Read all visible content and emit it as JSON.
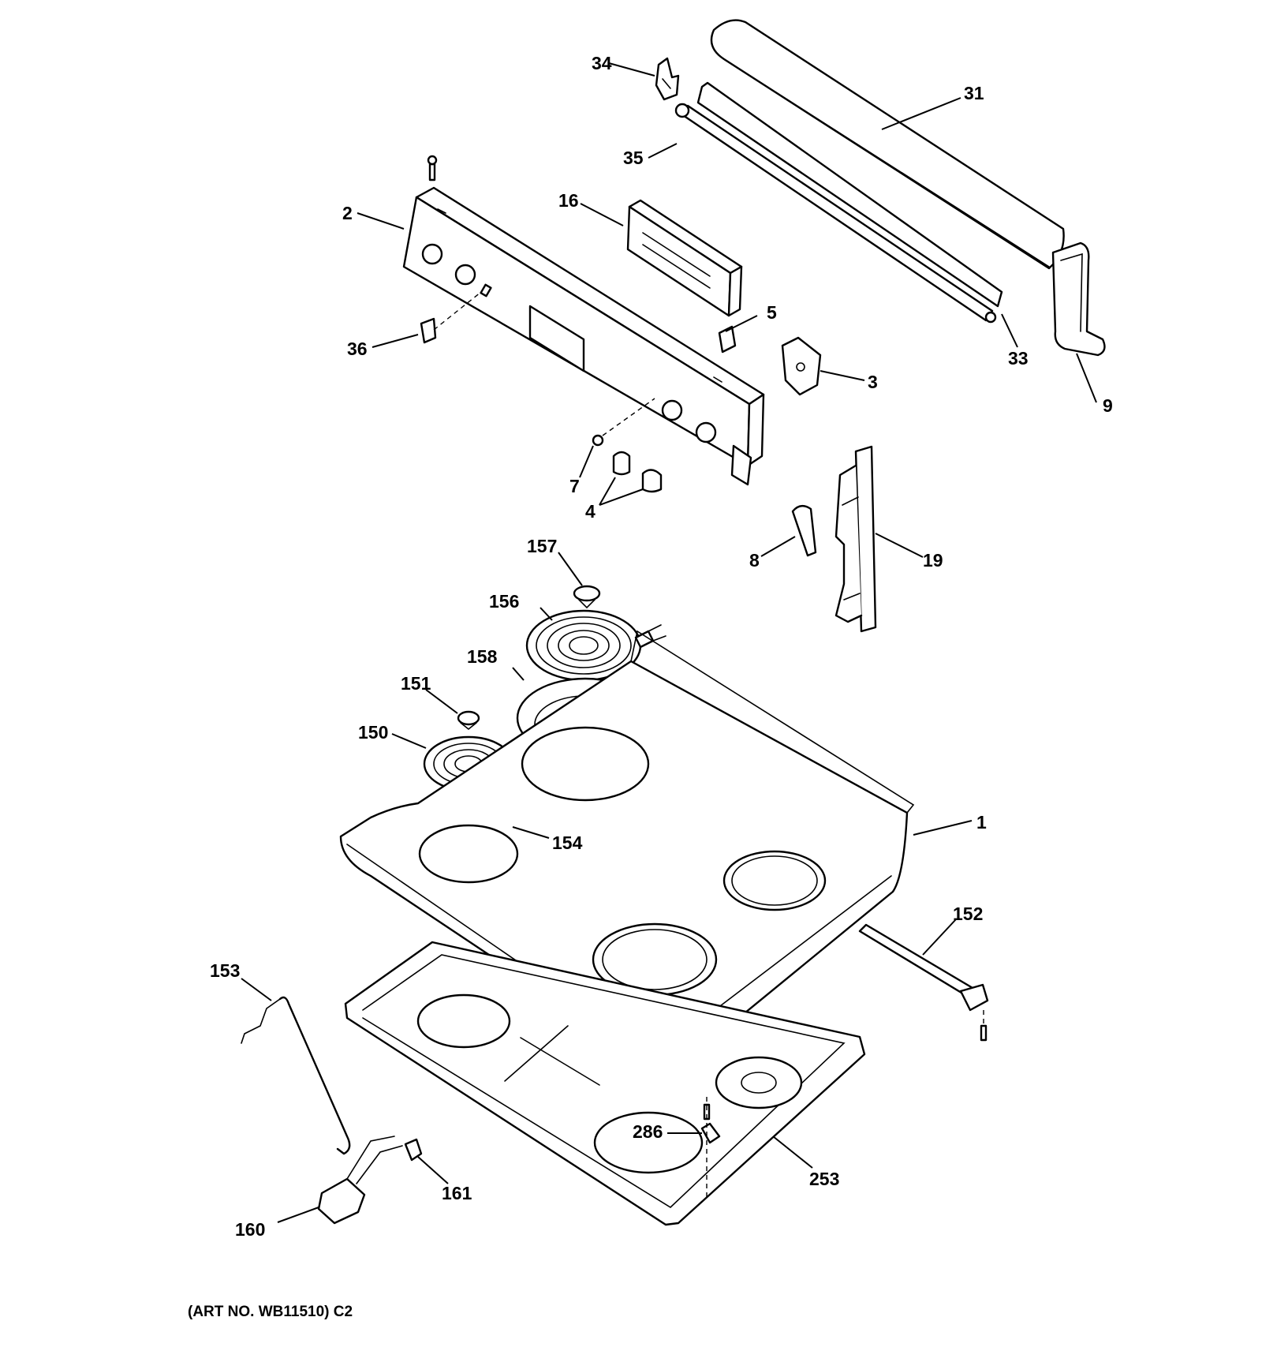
{
  "colors": {
    "line": "#000000",
    "background": "#ffffff"
  },
  "callouts": {
    "c1": "1",
    "c2": "2",
    "c3": "3",
    "c4": "4",
    "c5": "5",
    "c7": "7",
    "c8": "8",
    "c9": "9",
    "c16": "16",
    "c19": "19",
    "c31": "31",
    "c33": "33",
    "c34": "34",
    "c35": "35",
    "c36": "36",
    "c150": "150",
    "c151": "151",
    "c152": "152",
    "c153": "153",
    "c154": "154",
    "c156": "156",
    "c157": "157",
    "c158": "158",
    "c160": "160",
    "c161": "161",
    "c253": "253",
    "c286": "286"
  },
  "footer": {
    "art_no": "(ART NO. WB11510) C2"
  }
}
